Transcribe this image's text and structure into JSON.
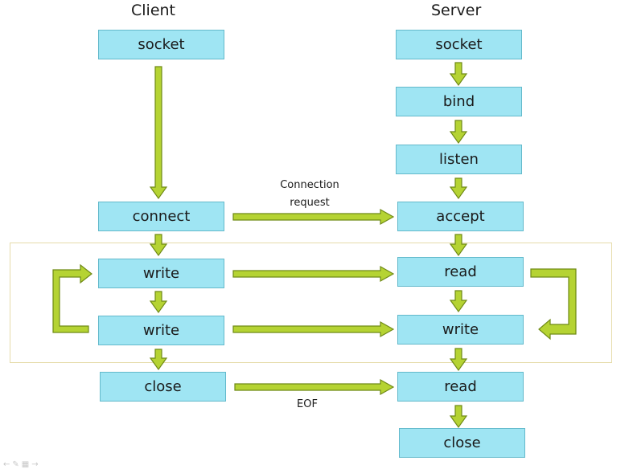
{
  "colors": {
    "box_fill": "#9fe5f3",
    "box_border": "#63b9cb",
    "arrow_fill": "#b5d333",
    "arrow_stroke": "#6f8a16",
    "frame": "#e6dcaa"
  },
  "client": {
    "title": "Client",
    "socket": "socket",
    "connect": "connect",
    "write1": "write",
    "write2": "write",
    "close": "close"
  },
  "server": {
    "title": "Server",
    "socket": "socket",
    "bind": "bind",
    "listen": "listen",
    "accept": "accept",
    "read1": "read",
    "write": "write",
    "read2": "read",
    "close": "close"
  },
  "labels": {
    "connection_line1": "Connection",
    "connection_line2": "request",
    "eof": "EOF"
  },
  "icons": [
    "back-icon",
    "pen-icon",
    "slides-icon",
    "forward-icon"
  ]
}
